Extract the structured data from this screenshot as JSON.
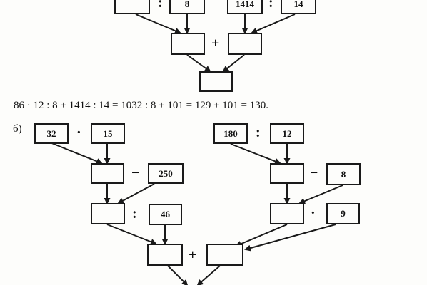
{
  "part_a": {
    "top_left_value": "",
    "divide_by": "8",
    "dividend": "1414",
    "divisor": "14",
    "ops": {
      "divide1": ":",
      "divide2": ":",
      "plus": "+"
    }
  },
  "equation": "86 · 12 : 8 + 1414 : 14 = 1032 : 8 + 101 = 129 + 101 = 130.",
  "part_b": {
    "label": "б)",
    "left": {
      "a": "32",
      "mul": "·",
      "b": "15",
      "minus": "−",
      "sub": "250",
      "div": ":",
      "divisor": "46"
    },
    "right": {
      "a": "180",
      "div": ":",
      "b": "12",
      "minus": "−",
      "sub": "8",
      "mul": "·",
      "factor": "9"
    },
    "plus": "+"
  }
}
